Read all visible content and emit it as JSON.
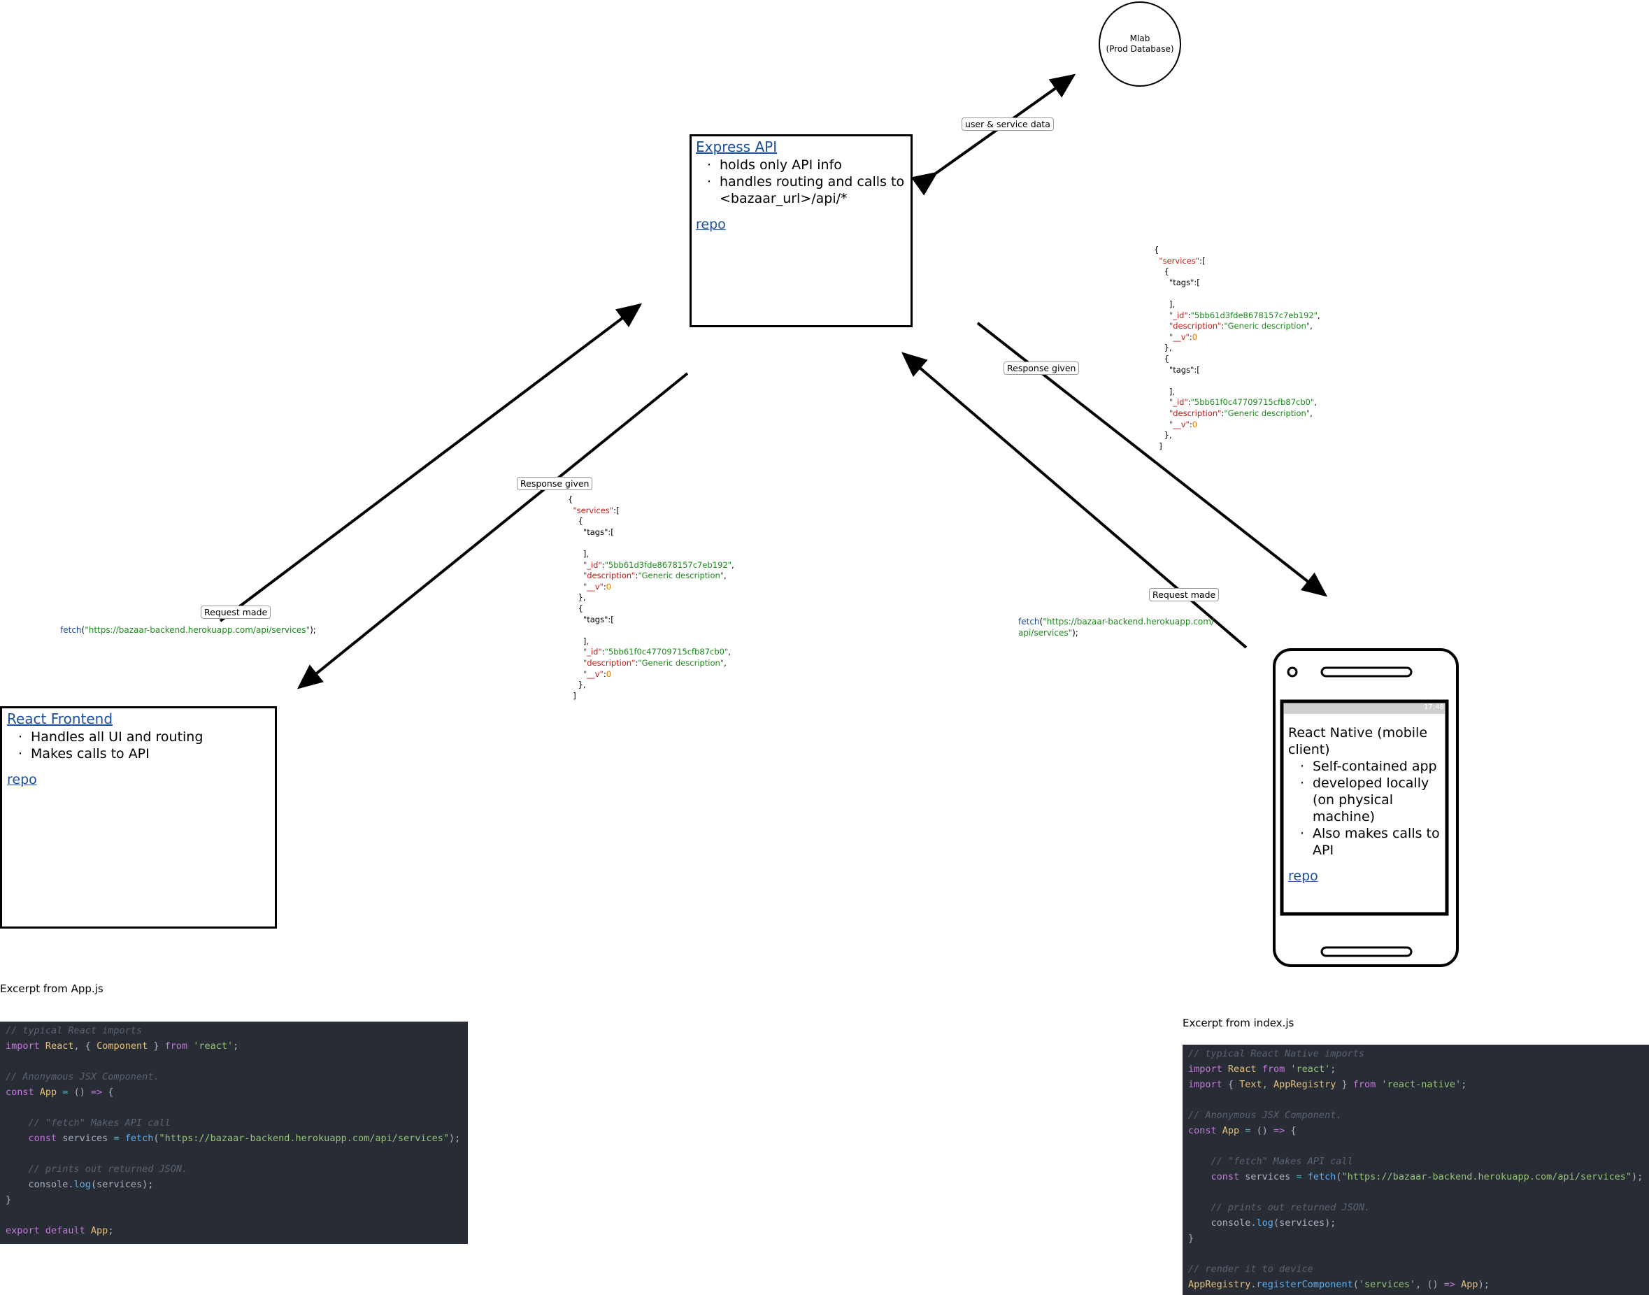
{
  "db": {
    "line1": "Mlab",
    "line2": "(Prod Database)"
  },
  "express": {
    "title": "Express API",
    "bullets": [
      "holds only API info",
      "handles routing and calls to <bazaar_url>/api/*"
    ],
    "repo": "repo"
  },
  "frontend": {
    "title": "React Frontend",
    "bullets": [
      "Handles all UI and routing",
      "Makes calls to API"
    ],
    "repo": "repo"
  },
  "mobile": {
    "title": "React Native (mobile client)",
    "bullets": [
      "Self-contained app",
      "developed locally (on physical machine)",
      "Also makes calls to API"
    ],
    "repo": "repo",
    "status_time": "17:48"
  },
  "labels": {
    "db_link": "user & service data",
    "left_request": "Request made",
    "left_response": "Response given",
    "right_request": "Request made",
    "right_response": "Response given"
  },
  "fetch_left": {
    "fn": "fetch",
    "url": "\"https://bazaar-backend.herokuapp.com/api/services\"",
    "tail": ");"
  },
  "fetch_right": {
    "fn": "fetch",
    "url1": "\"https://bazaar-backend.herokuapp.com/",
    "url2": "api/services\"",
    "tail": ");"
  },
  "json": {
    "open": "{",
    "services_key": "\"services\"",
    "tags_key": "\"tags\"",
    "id_key": "\"_id\"",
    "desc_key": "\"description\"",
    "v_key": "\"__v\"",
    "id1": "\"5bb61d3fde8678157c7eb192\"",
    "id2": "\"5bb61f0c47709715cfb87cb0\"",
    "desc": "\"Generic description\"",
    "v": "0",
    "close": "}"
  },
  "captions": {
    "left": "Excerpt from App.js",
    "right": "Excerpt from index.js"
  },
  "code_left": [
    [
      [
        "c-cm",
        "// typical React imports"
      ]
    ],
    [
      [
        "c-kw",
        "import "
      ],
      [
        "c-cl",
        "React"
      ],
      [
        "c-pl",
        ", { "
      ],
      [
        "c-cl",
        "Component"
      ],
      [
        "c-pl",
        " } "
      ],
      [
        "c-kw",
        "from "
      ],
      [
        "c-st",
        "'react'"
      ],
      [
        "c-pl",
        ";"
      ]
    ],
    [],
    [
      [
        "c-cm",
        "// Anonymous JSX Component."
      ]
    ],
    [
      [
        "c-kw",
        "const "
      ],
      [
        "c-cl",
        "App"
      ],
      [
        "c-op",
        " = "
      ],
      [
        "c-pl",
        "() "
      ],
      [
        "c-kw",
        "=> "
      ],
      [
        "c-pl",
        "{"
      ]
    ],
    [],
    [
      [
        "c-cm",
        "    // \"fetch\" Makes API call"
      ]
    ],
    [
      [
        "c-kw",
        "    const "
      ],
      [
        "c-pl",
        "services "
      ],
      [
        "c-op",
        "= "
      ],
      [
        "c-fn",
        "fetch"
      ],
      [
        "c-pl",
        "("
      ],
      [
        "c-st",
        "\"https://bazaar-backend.herokuapp.com/api/services\""
      ],
      [
        "c-pl",
        ");"
      ]
    ],
    [],
    [
      [
        "c-cm",
        "    // prints out returned JSON."
      ]
    ],
    [
      [
        "c-pl",
        "    console."
      ],
      [
        "c-fn",
        "log"
      ],
      [
        "c-pl",
        "(services);"
      ]
    ],
    [
      [
        "c-pl",
        "}"
      ]
    ],
    [],
    [
      [
        "c-kw",
        "export default "
      ],
      [
        "c-cl",
        "App"
      ],
      [
        "c-pl",
        ";"
      ]
    ]
  ],
  "code_right": [
    [
      [
        "c-cm",
        "// typical React Native imports"
      ]
    ],
    [
      [
        "c-kw",
        "import "
      ],
      [
        "c-cl",
        "React "
      ],
      [
        "c-kw",
        "from "
      ],
      [
        "c-st",
        "'react'"
      ],
      [
        "c-pl",
        ";"
      ]
    ],
    [
      [
        "c-kw",
        "import "
      ],
      [
        "c-pl",
        "{ "
      ],
      [
        "c-cl",
        "Text"
      ],
      [
        "c-pl",
        ", "
      ],
      [
        "c-cl",
        "AppRegistry"
      ],
      [
        "c-pl",
        " } "
      ],
      [
        "c-kw",
        "from "
      ],
      [
        "c-st",
        "'react-native'"
      ],
      [
        "c-pl",
        ";"
      ]
    ],
    [],
    [
      [
        "c-cm",
        "// Anonymous JSX Component."
      ]
    ],
    [
      [
        "c-kw",
        "const "
      ],
      [
        "c-cl",
        "App"
      ],
      [
        "c-op",
        " = "
      ],
      [
        "c-pl",
        "() "
      ],
      [
        "c-kw",
        "=> "
      ],
      [
        "c-pl",
        "{"
      ]
    ],
    [],
    [
      [
        "c-cm",
        "    // \"fetch\" Makes API call"
      ]
    ],
    [
      [
        "c-kw",
        "    const "
      ],
      [
        "c-pl",
        "services "
      ],
      [
        "c-op",
        "= "
      ],
      [
        "c-fn",
        "fetch"
      ],
      [
        "c-pl",
        "("
      ],
      [
        "c-st",
        "\"https://bazaar-backend.herokuapp.com/api/services\""
      ],
      [
        "c-pl",
        ");"
      ]
    ],
    [],
    [
      [
        "c-cm",
        "    // prints out returned JSON."
      ]
    ],
    [
      [
        "c-pl",
        "    console."
      ],
      [
        "c-fn",
        "log"
      ],
      [
        "c-pl",
        "(services);"
      ]
    ],
    [
      [
        "c-pl",
        "}"
      ]
    ],
    [],
    [
      [
        "c-cm",
        "// render it to device"
      ]
    ],
    [
      [
        "c-cl",
        "AppRegistry"
      ],
      [
        "c-pl",
        "."
      ],
      [
        "c-fn",
        "registerComponent"
      ],
      [
        "c-pl",
        "("
      ],
      [
        "c-st",
        "'services'"
      ],
      [
        "c-pl",
        ", () "
      ],
      [
        "c-kw",
        "=> "
      ],
      [
        "c-cl",
        "App"
      ],
      [
        "c-pl",
        ");"
      ]
    ]
  ]
}
